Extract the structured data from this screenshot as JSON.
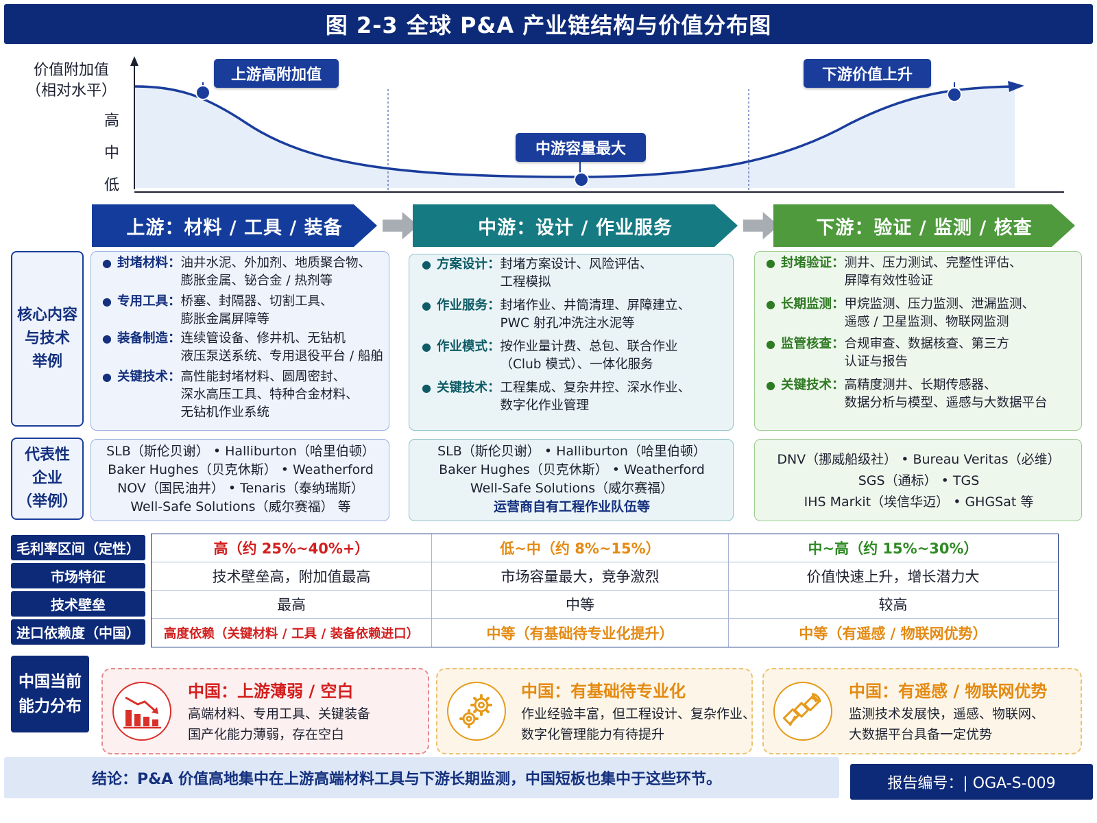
{
  "title": "图 2-3 全球 P&A 产业链结构与价值分布图",
  "axis": {
    "title_line1": "价值附加值",
    "title_line2": "（相对水平）",
    "ticks": [
      "高",
      "中",
      "低"
    ]
  },
  "callouts": {
    "upstream": "上游高附加值",
    "midstream": "中游容量最大",
    "downstream": "下游价值上升"
  },
  "stages": {
    "up": "上游：材料 / 工具 / 装备",
    "mid": "中游：设计 / 作业服务",
    "down": "下游：验证 / 监测 / 核查"
  },
  "row_labels": {
    "content": [
      "核心内容",
      "与技术",
      "举例"
    ],
    "companies": [
      "代表性",
      "企业",
      "（举例）"
    ]
  },
  "content": {
    "up": [
      {
        "key": "封堵材料：",
        "lines": [
          "油井水泥、外加剂、地质聚合物、",
          "膨胀金属、铋合金 / 热剂等"
        ]
      },
      {
        "key": "专用工具：",
        "lines": [
          "桥塞、封隔器、切割工具、",
          "膨胀金属屏障等"
        ]
      },
      {
        "key": "装备制造：",
        "lines": [
          "连续管设备、修井机、无钻机",
          "液压泵送系统、专用退役平台 / 船舶"
        ]
      },
      {
        "key": "关键技术：",
        "lines": [
          "高性能封堵材料、圆周密封、",
          "深水高压工具、特种合金材料、",
          "无钻机作业系统"
        ]
      }
    ],
    "mid": [
      {
        "key": "方案设计：",
        "lines": [
          "封堵方案设计、风险评估、",
          "工程模拟"
        ]
      },
      {
        "key": "作业服务：",
        "lines": [
          "封堵作业、井筒清理、屏障建立、",
          "PWC 射孔冲洗注水泥等"
        ]
      },
      {
        "key": "作业模式：",
        "lines": [
          "按作业量计费、总包、联合作业",
          "（Club 模式）、一体化服务"
        ]
      },
      {
        "key": "关键技术：",
        "lines": [
          "工程集成、复杂井控、深水作业、",
          "数字化作业管理"
        ]
      }
    ],
    "down": [
      {
        "key": "封堵验证：",
        "lines": [
          "测井、压力测试、完整性评估、",
          "屏障有效性验证"
        ]
      },
      {
        "key": "长期监测：",
        "lines": [
          "甲烷监测、压力监测、泄漏监测、",
          "遥感 / 卫星监测、物联网监测"
        ]
      },
      {
        "key": "监管核查：",
        "lines": [
          "合规审查、数据核查、第三方",
          "认证与报告"
        ]
      },
      {
        "key": "关键技术：",
        "lines": [
          "高精度测井、长期传感器、",
          "数据分析与模型、遥感与大数据平台"
        ]
      }
    ]
  },
  "companies": {
    "up": [
      "SLB（斯伦贝谢） • Halliburton（哈里伯顿）",
      "Baker Hughes（贝克休斯） • Weatherford",
      "NOV（国民油井） • Tenaris（泰纳瑞斯）",
      "Well-Safe Solutions（威尔赛福） 等"
    ],
    "mid": [
      "SLB（斯伦贝谢） • Halliburton（哈里伯顿）",
      "Baker Hughes（贝克休斯） • Weatherford",
      "Well-Safe Solutions（威尔赛福）",
      "运营商自有工程作业队伍等"
    ],
    "down": [
      "DNV（挪威船级社） • Bureau Veritas（必维）",
      "SGS（通标） • TGS",
      "IHS Markit（埃信华迈） • GHGSat 等"
    ]
  },
  "table": {
    "labels": [
      "毛利率区间（定性）",
      "市场特征",
      "技术壁垒",
      "进口依赖度（中国）"
    ],
    "rows": [
      [
        "高（约 25%~40%+）",
        "低~中（约 8%~15%）",
        "中~高（约 15%~30%）"
      ],
      [
        "技术壁垒高，附加值最高",
        "市场容量最大，竞争激烈",
        "价值快速上升，增长潜力大"
      ],
      [
        "最高",
        "中等",
        "较高"
      ],
      [
        "高度依赖（关键材料 / 工具 / 装备依赖进口）",
        "中等（有基础待专业化提升）",
        "中等（有遥感 / 物联网优势）"
      ]
    ]
  },
  "china": {
    "label": [
      "中国当前",
      "能力分布"
    ],
    "cards": [
      {
        "title": "中国：上游薄弱 / 空白",
        "lines": [
          "高端材料、专用工具、关键装备",
          "国产化能力薄弱，存在空白"
        ],
        "icon": "declining-bar-chart-icon"
      },
      {
        "title": "中国：有基础待专业化",
        "lines": [
          "作业经验丰富，但工程设计、复杂作业、",
          "数字化管理能力有待提升"
        ],
        "icon": "gears-icon"
      },
      {
        "title": "中国：有遥感 / 物联网优势",
        "lines": [
          "监测技术发展快，遥感、物联网、",
          "大数据平台具备一定优势"
        ],
        "icon": "satellite-icon"
      }
    ]
  },
  "footer": {
    "conclusion": "结论：P&A 价值高地集中在上游高端材料工具与下游长期监测，中国短板也集中于这些环节。",
    "report": "报告编号：| OGA-S-009"
  },
  "colors": {
    "navy": "#0d2a78",
    "upstream": "#133c9c",
    "midstream": "#167a83",
    "downstream": "#4e9a3d",
    "red": "#d21f1f",
    "orange": "#e48a12",
    "green": "#2f8a24"
  }
}
